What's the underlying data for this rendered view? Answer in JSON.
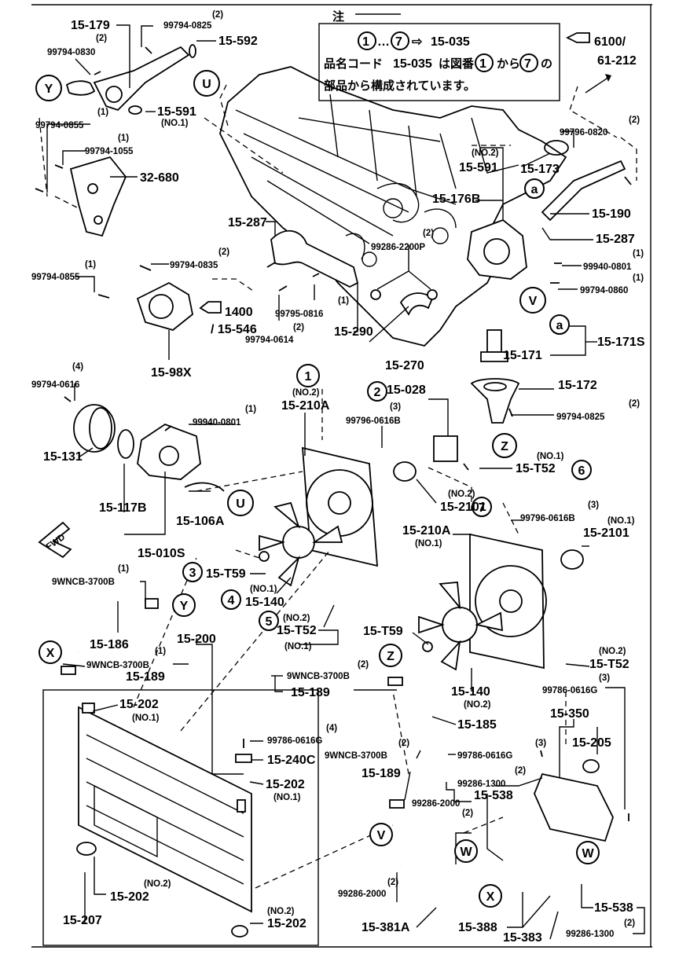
{
  "note": {
    "heading": "注",
    "line1": {
      "from": "1",
      "to": "7",
      "target": "15-035"
    },
    "line2_prefix": "品名コード",
    "line2_code": "15-035",
    "line2_mid": "は図番",
    "line2_from": "1",
    "line2_kara": "から",
    "line2_to": "7",
    "line2_no": "の",
    "line3": "部品から構成されています。"
  },
  "refs": {
    "top_right_a": "6100/",
    "top_right_b": "61-212",
    "middle_a": "1400",
    "middle_b": "/ 15-546",
    "fwd": "FWD"
  },
  "labels": [
    {
      "id": "l1",
      "qty": "(2)",
      "text": "99794-0825"
    },
    {
      "id": "l2",
      "qty": "",
      "text": "15-179"
    },
    {
      "id": "l3",
      "qty": "(2)",
      "text": "99794-0830"
    },
    {
      "id": "l4",
      "qty": "",
      "text": "15-592"
    },
    {
      "id": "l5",
      "qty": "(NO.1)",
      "text": "15-591"
    },
    {
      "id": "l6",
      "qty": "(1)",
      "text": "99794-0855"
    },
    {
      "id": "l7",
      "qty": "(1)",
      "text": "99794-1055"
    },
    {
      "id": "l8",
      "qty": "",
      "text": "32-680"
    },
    {
      "id": "l9",
      "qty": "(2)",
      "text": "99796-0820"
    },
    {
      "id": "l10",
      "qty": "(NO.2)",
      "text": "15-591"
    },
    {
      "id": "l11",
      "qty": "",
      "text": "15-173"
    },
    {
      "id": "l12",
      "qty": "",
      "text": "15-176B"
    },
    {
      "id": "l13",
      "qty": "",
      "text": "15-190"
    },
    {
      "id": "l14",
      "qty": "",
      "text": "15-287"
    },
    {
      "id": "l15",
      "qty": "",
      "text": "15-287"
    },
    {
      "id": "l16",
      "qty": "(2)",
      "text": "99286-2200P"
    },
    {
      "id": "l17",
      "qty": "(1)",
      "text": "99940-0801"
    },
    {
      "id": "l18",
      "qty": "(1)",
      "text": "99794-0860"
    },
    {
      "id": "l19",
      "qty": "(1)",
      "text": "99794-0855"
    },
    {
      "id": "l20",
      "qty": "(2)",
      "text": "99794-0835"
    },
    {
      "id": "l21",
      "qty": "(1)",
      "text": "99795-0816"
    },
    {
      "id": "l22",
      "qty": "(2)",
      "text": "99794-0614"
    },
    {
      "id": "l23",
      "qty": "",
      "text": "15-290"
    },
    {
      "id": "l24",
      "qty": "",
      "text": "15-98X"
    },
    {
      "id": "l25",
      "qty": "",
      "text": "15-270"
    },
    {
      "id": "l26",
      "qty": "",
      "text": "15-171S"
    },
    {
      "id": "l27",
      "qty": "",
      "text": "15-171"
    },
    {
      "id": "l28",
      "qty": "",
      "text": "15-172"
    },
    {
      "id": "l29",
      "qty": "(2)",
      "text": "99794-0825"
    },
    {
      "id": "l30",
      "qty": "(4)",
      "text": "99794-0616"
    },
    {
      "id": "l31",
      "qty": "(1)",
      "text": "99940-0801"
    },
    {
      "id": "l32",
      "qty": "(NO.2)",
      "text": "15-210A"
    },
    {
      "id": "l33",
      "qty": "",
      "text": "15-028"
    },
    {
      "id": "l34",
      "qty": "(3)",
      "text": "99796-0616B"
    },
    {
      "id": "l35",
      "qty": "(NO.1)",
      "text": "15-T52"
    },
    {
      "id": "l36",
      "qty": "(NO.2)",
      "text": "15-2101"
    },
    {
      "id": "l37",
      "qty": "",
      "text": "15-131"
    },
    {
      "id": "l38",
      "qty": "",
      "text": "15-117B"
    },
    {
      "id": "l39",
      "qty": "",
      "text": "15-106A"
    },
    {
      "id": "l40",
      "qty": "",
      "text": "15-010S"
    },
    {
      "id": "l41",
      "qty": "(3)",
      "text": "99796-0616B"
    },
    {
      "id": "l42",
      "qty": "(NO.1)",
      "text": "15-2101"
    },
    {
      "id": "l43",
      "qty": "(NO.1)",
      "text": "15-210A"
    },
    {
      "id": "l44",
      "qty": "",
      "text": "15-T59"
    },
    {
      "id": "l45",
      "qty": "(NO.1)",
      "text": "15-140"
    },
    {
      "id": "l46",
      "qty": "(NO.2)",
      "text": "15-T52"
    },
    {
      "id": "l47",
      "qty": "(NO.1)",
      "text": ""
    },
    {
      "id": "l48",
      "qty": "(1)",
      "text": "9WNCB-3700B"
    },
    {
      "id": "l49",
      "qty": "",
      "text": "15-186"
    },
    {
      "id": "l50",
      "qty": "",
      "text": "15-200"
    },
    {
      "id": "l51",
      "qty": "(1)",
      "text": "9WNCB-3700B"
    },
    {
      "id": "l52",
      "qty": "",
      "text": "15-189"
    },
    {
      "id": "l53",
      "qty": "",
      "text": "15-T59"
    },
    {
      "id": "l54",
      "qty": "(NO.2)",
      "text": "15-T52"
    },
    {
      "id": "l55",
      "qty": "(3)",
      "text": "99786-0616G"
    },
    {
      "id": "l56",
      "qty": "(2)",
      "text": "9WNCB-3700B"
    },
    {
      "id": "l57",
      "qty": "",
      "text": "15-189"
    },
    {
      "id": "l58",
      "qty": "(NO.2)",
      "text": "15-140"
    },
    {
      "id": "l59",
      "qty": "(NO.1)",
      "text": "15-202"
    },
    {
      "id": "l60",
      "qty": "",
      "text": "15-185"
    },
    {
      "id": "l61",
      "qty": "",
      "text": "15-350"
    },
    {
      "id": "l62",
      "qty": "",
      "text": "15-205"
    },
    {
      "id": "l63",
      "qty": "(4)",
      "text": "99786-0616G"
    },
    {
      "id": "l64",
      "qty": "",
      "text": "15-240C"
    },
    {
      "id": "l65",
      "qty": "(2)",
      "text": "9WNCB-3700B"
    },
    {
      "id": "l66",
      "qty": "",
      "text": "15-189"
    },
    {
      "id": "l67",
      "qty": "(3)",
      "text": "99786-0616G"
    },
    {
      "id": "l68",
      "qty": "(2)",
      "text": "99286-1300"
    },
    {
      "id": "l69",
      "qty": "(NO.1)",
      "text": "15-202"
    },
    {
      "id": "l70",
      "qty": "",
      "text": "15-538"
    },
    {
      "id": "l71",
      "qty": "(2)",
      "text": "99286-2000"
    },
    {
      "id": "l72",
      "qty": "(NO.2)",
      "text": "15-202"
    },
    {
      "id": "l73",
      "qty": "",
      "text": "15-207"
    },
    {
      "id": "l74",
      "qty": "(2)",
      "text": "99286-2000"
    },
    {
      "id": "l75",
      "qty": "",
      "text": "15-381A"
    },
    {
      "id": "l76",
      "qty": "(NO.2)",
      "text": "15-202"
    },
    {
      "id": "l77",
      "qty": "",
      "text": "15-388"
    },
    {
      "id": "l78",
      "qty": "",
      "text": "15-383"
    },
    {
      "id": "l79",
      "qty": "",
      "text": "15-538"
    },
    {
      "id": "l80",
      "qty": "(2)",
      "text": "99286-1300"
    }
  ],
  "callouts": [
    {
      "id": "c1",
      "text": "1"
    },
    {
      "id": "c2",
      "text": "2"
    },
    {
      "id": "c3",
      "text": "3"
    },
    {
      "id": "c4",
      "text": "4"
    },
    {
      "id": "c5",
      "text": "5"
    },
    {
      "id": "c6",
      "text": "6"
    },
    {
      "id": "c7",
      "text": "7"
    },
    {
      "id": "cU1",
      "text": "U"
    },
    {
      "id": "cU2",
      "text": "U"
    },
    {
      "id": "cV1",
      "text": "V"
    },
    {
      "id": "cV2",
      "text": "V"
    },
    {
      "id": "cW1",
      "text": "W"
    },
    {
      "id": "cW2",
      "text": "W"
    },
    {
      "id": "cX1",
      "text": "X"
    },
    {
      "id": "cX2",
      "text": "X"
    },
    {
      "id": "cY1",
      "text": "Y"
    },
    {
      "id": "cY2",
      "text": "Y"
    },
    {
      "id": "cZ1",
      "text": "Z"
    },
    {
      "id": "cZ2",
      "text": "Z"
    },
    {
      "id": "ca1",
      "text": "a"
    },
    {
      "id": "ca2",
      "text": "a"
    }
  ]
}
